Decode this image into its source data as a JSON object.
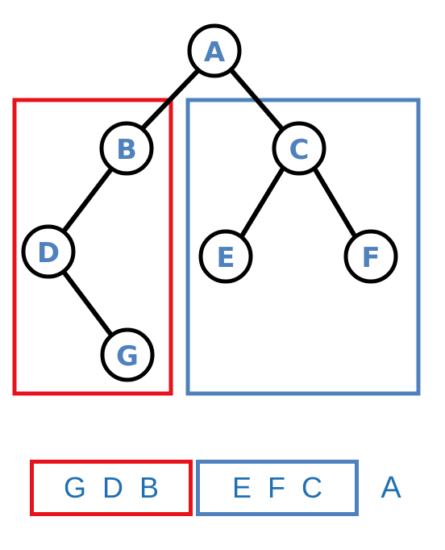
{
  "tree": {
    "nodes": {
      "A": "A",
      "B": "B",
      "C": "C",
      "D": "D",
      "E": "E",
      "F": "F",
      "G": "G"
    }
  },
  "sequence": {
    "left_subtree": "G D B",
    "right_subtree": "E F C",
    "root": "A"
  },
  "colors": {
    "left_box": "#e8121b",
    "right_box": "#4f81bd",
    "node_text": "#4f81bd",
    "sequence_text": "#1f6fb2"
  }
}
